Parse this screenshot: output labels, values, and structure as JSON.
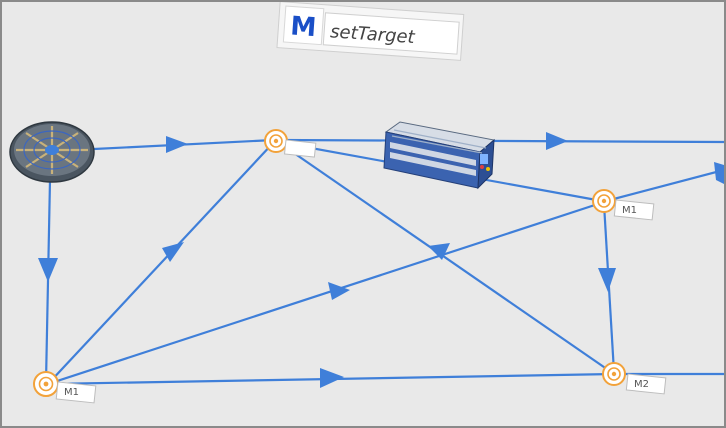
{
  "method_block": {
    "icon_letter": "M",
    "label": "setTarget"
  },
  "nodes": {
    "top": {
      "label": ""
    },
    "m1_right": {
      "label": "M1"
    },
    "m2": {
      "label": "M2"
    },
    "m1_left": {
      "label": "M1"
    }
  },
  "colors": {
    "path": "#3f7fd9",
    "path_dark": "#2a63b8",
    "node_ring": "#f2a23a",
    "background": "#e9e9e9",
    "frame": "#8a8a8a"
  },
  "icons": {
    "turntable": "turntable-icon",
    "vehicle": "agv-vehicle-icon",
    "method": "method-m-icon"
  }
}
